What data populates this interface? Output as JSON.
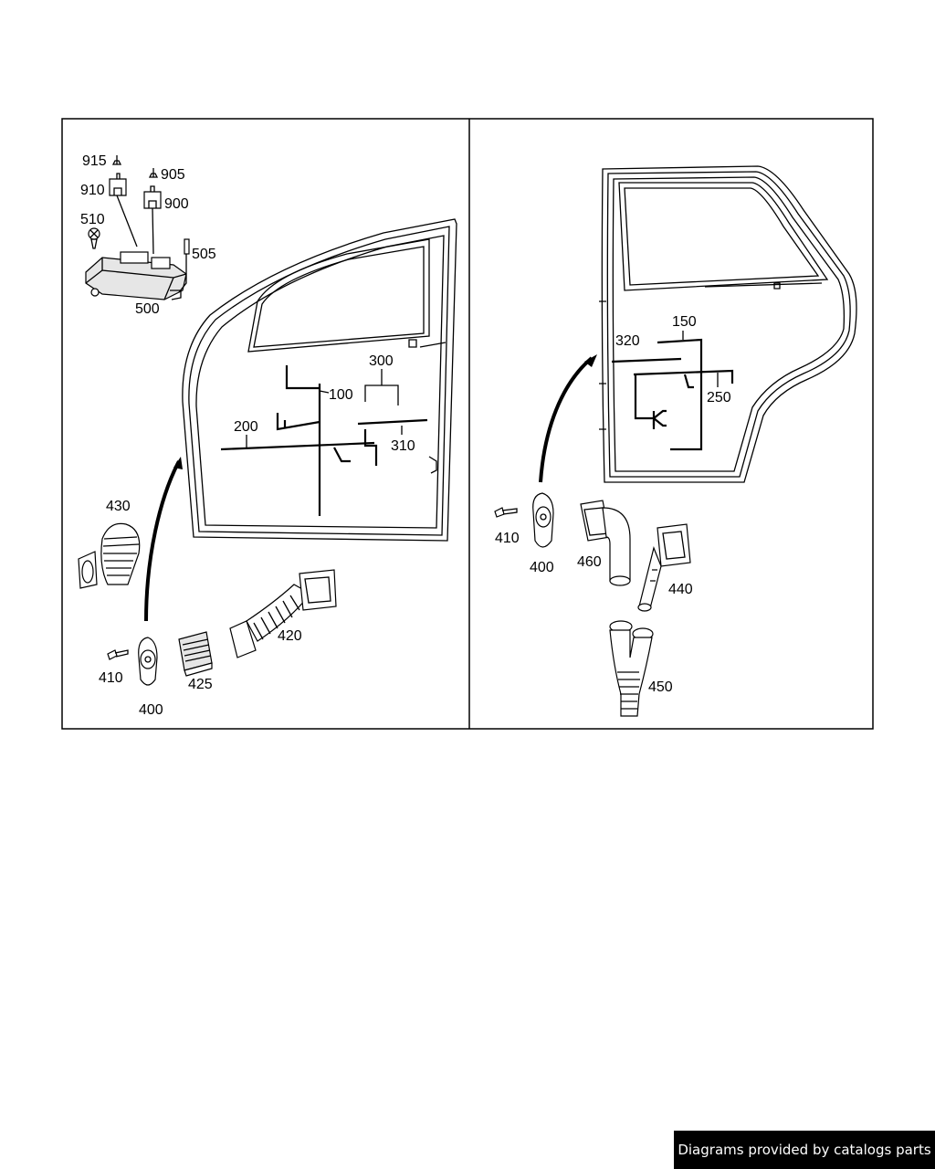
{
  "footer": {
    "text": "Diagrams provided by catalogs parts"
  },
  "left_panel": {
    "labels": {
      "p915": "915",
      "p905": "905",
      "p910": "910",
      "p900": "900",
      "p510": "510",
      "p505": "505",
      "p500": "500",
      "p300": "300",
      "p100": "100",
      "p200": "200",
      "p310": "310",
      "p430": "430",
      "p420": "420",
      "p410": "410",
      "p425": "425",
      "p400": "400"
    }
  },
  "right_panel": {
    "labels": {
      "p150": "150",
      "p320": "320",
      "p250": "250",
      "p410": "410",
      "p400": "400",
      "p460": "460",
      "p440": "440",
      "p450": "450"
    }
  }
}
